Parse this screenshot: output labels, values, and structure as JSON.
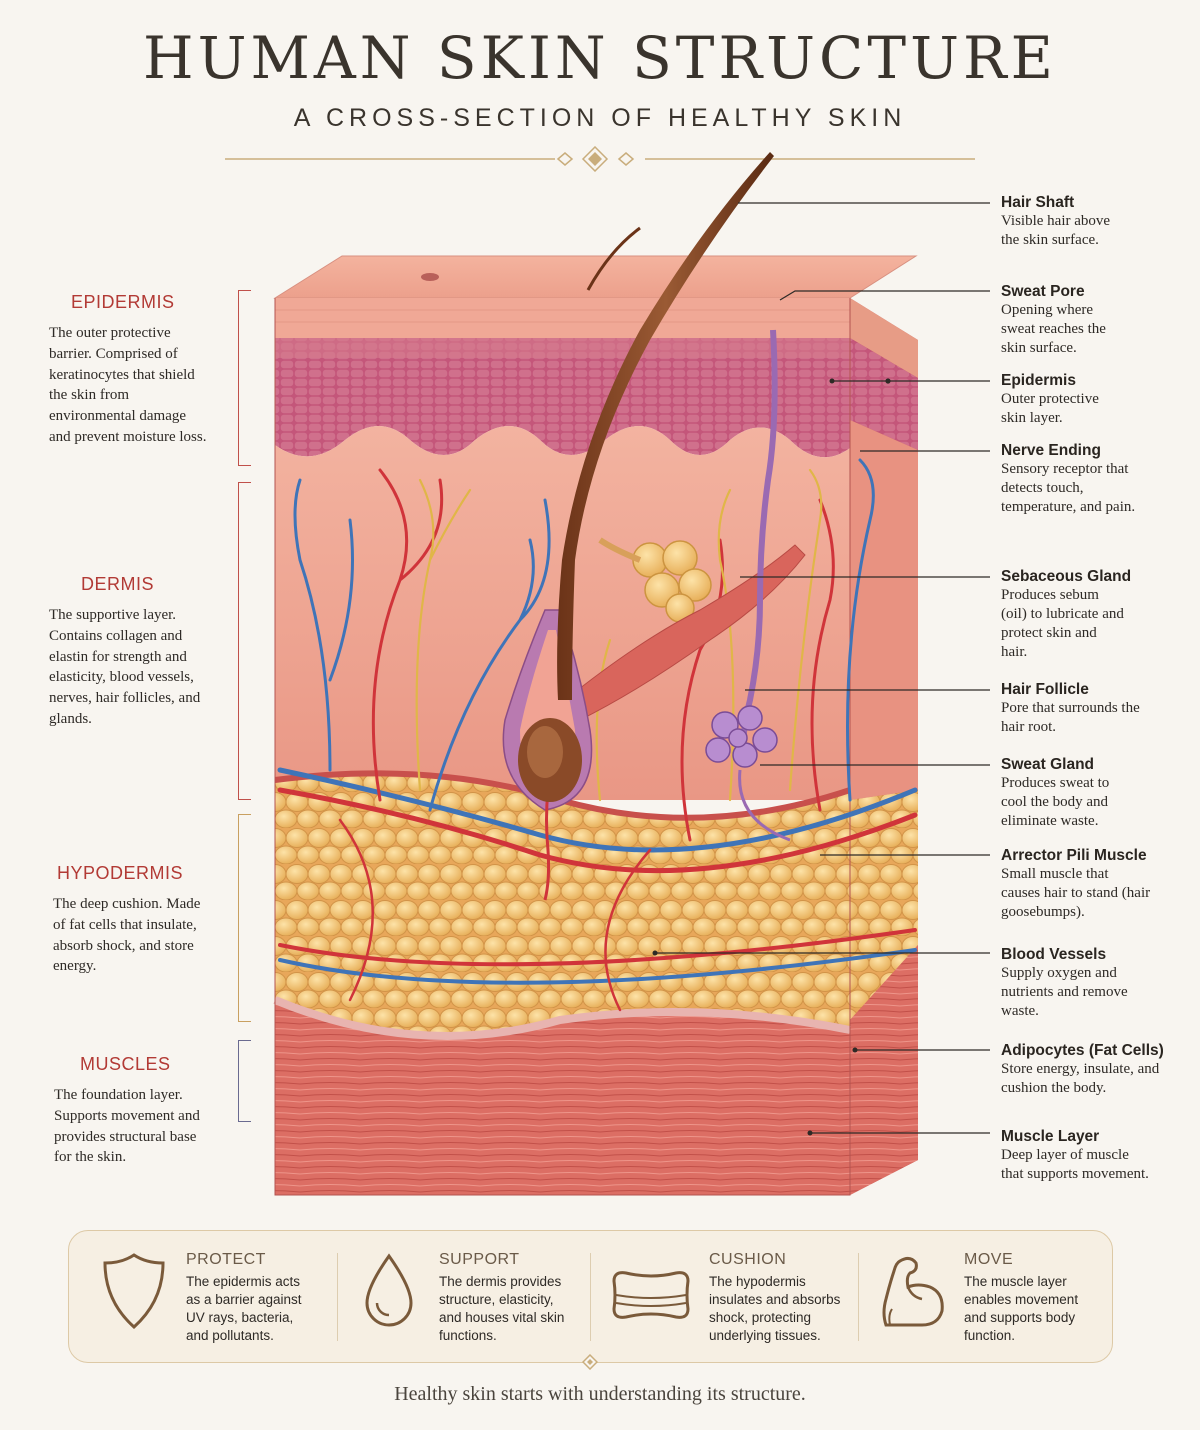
{
  "header": {
    "title": "HUMAN SKIN STRUCTURE",
    "subtitle": "A CROSS-SECTION OF HEALTHY SKIN"
  },
  "layers": [
    {
      "name": "EPIDERMIS",
      "description": "The outer protective barrier. Comprised of keratinocytes that shield the skin from environmental damage and prevent moisture loss.",
      "color": "#b23a35"
    },
    {
      "name": "DERMIS",
      "description": "The supportive layer. Contains collagen and elastin for strength and elasticity, blood vessels, nerves, hair follicles, and glands.",
      "color": "#b23a35"
    },
    {
      "name": "HYPODERMIS",
      "description": "The deep cushion. Made of fat cells that insulate, absorb shock, and store energy.",
      "color": "#b23a35"
    },
    {
      "name": "MUSCLES",
      "description": "The foundation layer. Supports movement and provides structural base for the skin.",
      "color": "#b23a35"
    }
  ],
  "callouts": [
    {
      "name": "Hair Shaft",
      "description": "Visible hair above the skin surface."
    },
    {
      "name": "Sweat Pore",
      "description": "Opening where sweat reaches the skin surface."
    },
    {
      "name": "Epidermis",
      "description": "Outer protective skin layer."
    },
    {
      "name": "Nerve Ending",
      "description": "Sensory receptor that detects touch, temperature, and pain."
    },
    {
      "name": "Sebaceous Gland",
      "description": "Produces sebum (oil) to lubricate and protect skin and hair."
    },
    {
      "name": "Hair Follicle",
      "description": "Pore that surrounds the hair root."
    },
    {
      "name": "Sweat Gland",
      "description": "Produces sweat to cool the body and eliminate waste."
    },
    {
      "name": "Arrector Pili Muscle",
      "description": "Small muscle that causes hair to stand (hair goosebumps)."
    },
    {
      "name": "Blood Vessels",
      "description": "Supply oxygen and nutrients and remove waste."
    },
    {
      "name": "Adipocytes (Fat Cells)",
      "description": "Store energy, insulate, and cushion the body."
    },
    {
      "name": "Muscle Layer",
      "description": "Deep layer of muscle that supports movement."
    }
  ],
  "features": [
    {
      "title": "PROTECT",
      "description": "The epidermis acts as a barrier against UV rays, bacteria, and pollutants.",
      "icon": "shield-icon"
    },
    {
      "title": "SUPPORT",
      "description": "The dermis provides structure, elasticity, and houses vital skin functions.",
      "icon": "droplet-icon"
    },
    {
      "title": "CUSHION",
      "description": "The hypodermis insulates and absorbs shock, protecting underlying tissues.",
      "icon": "cushion-icon"
    },
    {
      "title": "MOVE",
      "description": "The muscle layer enables movement and supports body function.",
      "icon": "flexed-arm-icon"
    }
  ],
  "footer": "Healthy skin starts with understanding its structure.",
  "colors": {
    "background": "#f8f5f0",
    "accent_red": "#b23a35",
    "gold": "#c9ad7c",
    "epidermis": "#b8486a",
    "dermis": "#eea492",
    "fat": "#f0c073",
    "muscle": "#d9665e"
  }
}
